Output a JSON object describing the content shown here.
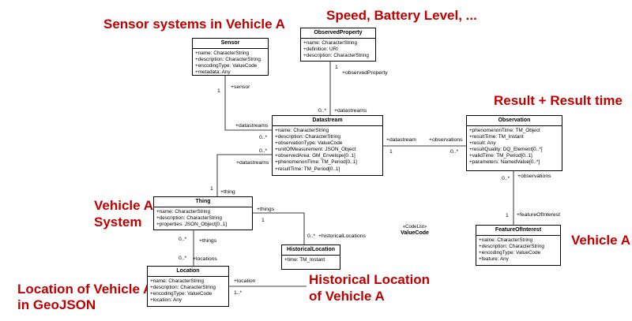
{
  "callouts": {
    "sensor": "Sensor systems in Vehicle A",
    "observed_property": "Speed, Battery Level, ...",
    "result": "Result + Result time",
    "thing_line1": "Vehicle A",
    "thing_line2": "System",
    "feature": "Vehicle A",
    "location_line1": "Location of Vehicle A",
    "location_line2": "in GeoJSON",
    "historical_line1": "Historical Location",
    "historical_line2": "of Vehicle A"
  },
  "classes": {
    "sensor": {
      "name": "Sensor",
      "attributes": [
        "+name: CharacterString",
        "+description: CharacterString",
        "+encodingType: ValueCode",
        "+metadata: Any"
      ]
    },
    "observed_property": {
      "name": "ObservedProperty",
      "attributes": [
        "+name: CharacterString",
        "+definition: URI",
        "+description: CharacterString"
      ]
    },
    "datastream": {
      "name": "Datastream",
      "attributes": [
        "+name: CharacterString",
        "+description: CharacterString",
        "+observationType: ValueCode",
        "+unitOfMeasurement: JSON_Object",
        "+observedArea: GM_Envelope[0..1]",
        "+phenomenonTime: TM_Period[0..1]",
        "+resultTime: TM_Period[0..1]"
      ]
    },
    "observation": {
      "name": "Observation",
      "attributes": [
        "+phenomenonTime: TM_Object",
        "+resultTime: TM_Instant",
        "+result: Any",
        "+resultQuality: DQ_Element[0..*]",
        "+validTime: TM_Period[0..1]",
        "+parameters: NamedValue[0..*]"
      ]
    },
    "thing": {
      "name": "Thing",
      "attributes": [
        "+name: CharacterString",
        "+description: CharacterString",
        "+properties: JSON_Object[0..1]"
      ]
    },
    "historical_location": {
      "name": "HistoricalLocation",
      "attributes": [
        "+time: TM_Instant"
      ]
    },
    "value_code": {
      "stereotype": "«CodeList»",
      "name": "ValueCode"
    },
    "feature_of_interest": {
      "name": "FeatureOfInterest",
      "attributes": [
        "+name: CharacterString",
        "+description: CharacterString",
        "+encodingType: ValueCode",
        "+feature: Any"
      ]
    },
    "location": {
      "name": "Location",
      "attributes": [
        "+name: CharacterString",
        "+description: CharacterString",
        "+encodingType: ValueCode",
        "+location: Any"
      ]
    }
  },
  "associations": {
    "sensor_datastream": {
      "role_a": "+sensor",
      "mult_a": "1",
      "role_b": "+datastreams",
      "mult_b": "0..*"
    },
    "observedproperty_datastream": {
      "mult_a": "1",
      "role_a": "+observedProperty",
      "mult_b": "0..*",
      "role_b": "+datastreams"
    },
    "datastream_observation": {
      "role_a": "+datastream",
      "mult_a": "1",
      "role_b": "+observations",
      "mult_b": "0..*"
    },
    "thing_datastream": {
      "mult_b": "0..*",
      "role_b": "+datastreams",
      "mult_a": "1",
      "role_a": "+thing"
    },
    "observation_feature": {
      "mult_a": "0..*",
      "role_a": "+observations",
      "mult_b": "1",
      "role_b": "+featureOfInterest"
    },
    "thing_historical": {
      "role_a": "+things",
      "mult_a": "1",
      "mult_b": "0..*",
      "role_b": "+historicalLocations"
    },
    "thing_location": {
      "mult_a": "0..*",
      "role_a": "+things",
      "mult_b": "0..*",
      "role_b": "+locations"
    },
    "location_historical": {
      "role_b": "+location",
      "mult_b": "1..*"
    }
  }
}
